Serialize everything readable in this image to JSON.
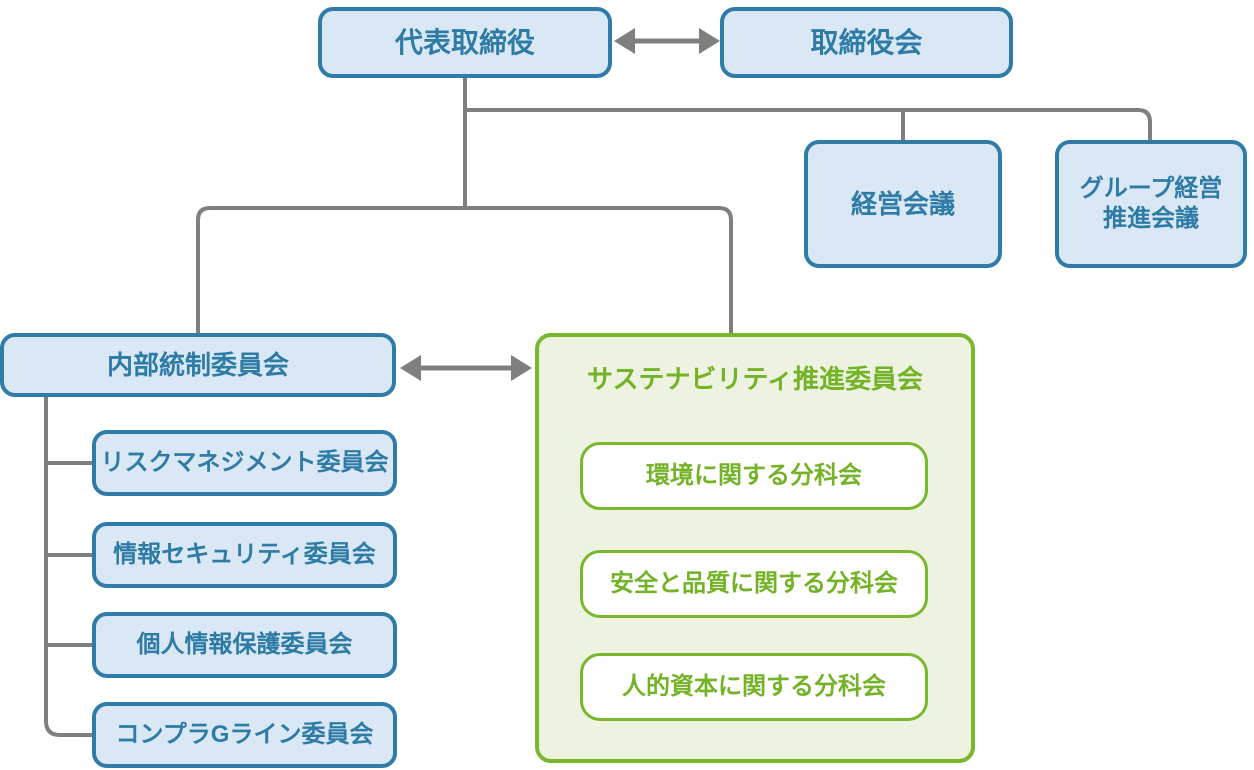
{
  "colors": {
    "blue_border": "#2f7ca8",
    "blue_fill": "#d9e8f4",
    "blue_text": "#2e7ba6",
    "green_border": "#78b72e",
    "green_fill": "#edf3e0",
    "green_text": "#74b327",
    "white_fill": "#ffffff",
    "connector_gray": "#7f7f7f"
  },
  "org_chart": {
    "representative_director": "代表取締役",
    "board_of_directors": "取締役会",
    "management_meeting": "経営会議",
    "group_management_meeting_lines": [
      "グループ経営",
      "推進会議"
    ],
    "internal_control_committee": "内部統制委員会",
    "internal_control_subcommittees": [
      "リスクマネジメント委員会",
      "情報セキュリティ委員会",
      "個人情報保護委員会",
      "コンプラGライン委員会"
    ],
    "sustainability_committee": "サステナビリティ推進委員会",
    "sustainability_subcommittees": [
      "環境に関する分科会",
      "安全と品質に関する分科会",
      "人的資本に関する分科会"
    ]
  }
}
